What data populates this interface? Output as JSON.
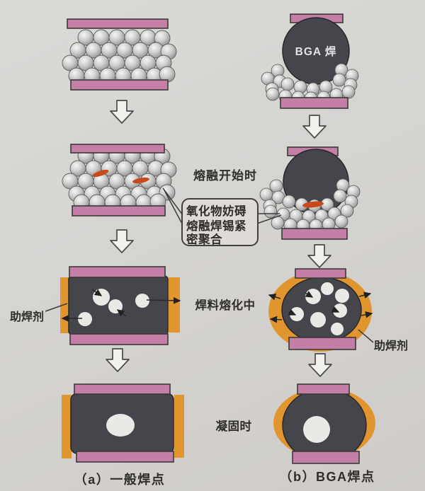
{
  "page": {
    "description": "Reflow soldering process comparison diagram: normal solder joint vs BGA solder joint"
  },
  "colors": {
    "background": "#d5d3d0",
    "pad_pink": "#c57fa6",
    "flux_orange": "#e1952f",
    "solder_dark": "#45454c",
    "oxide_orange": "#c8491c",
    "bubble_white": "#ebe9e6",
    "arrow_fill": "#f2f1ee",
    "text_dark": "#2f2e2c",
    "ball_text": "#e3e3e3"
  },
  "columns": {
    "left": {
      "caption": "（a）一般焊点"
    },
    "right": {
      "caption": "（b）BGA焊点",
      "ball_label": "BGA 焊"
    }
  },
  "stages": {
    "melting_start": "熔融开始时",
    "melting": "焊料熔化中",
    "solidified": "凝固时"
  },
  "callout": {
    "line1": "氧化物妨碍",
    "line2": "熔融焊锡紧",
    "line3": "密聚合"
  },
  "flux": {
    "left_label": "助焊剂",
    "right_label": "助焊剂"
  }
}
